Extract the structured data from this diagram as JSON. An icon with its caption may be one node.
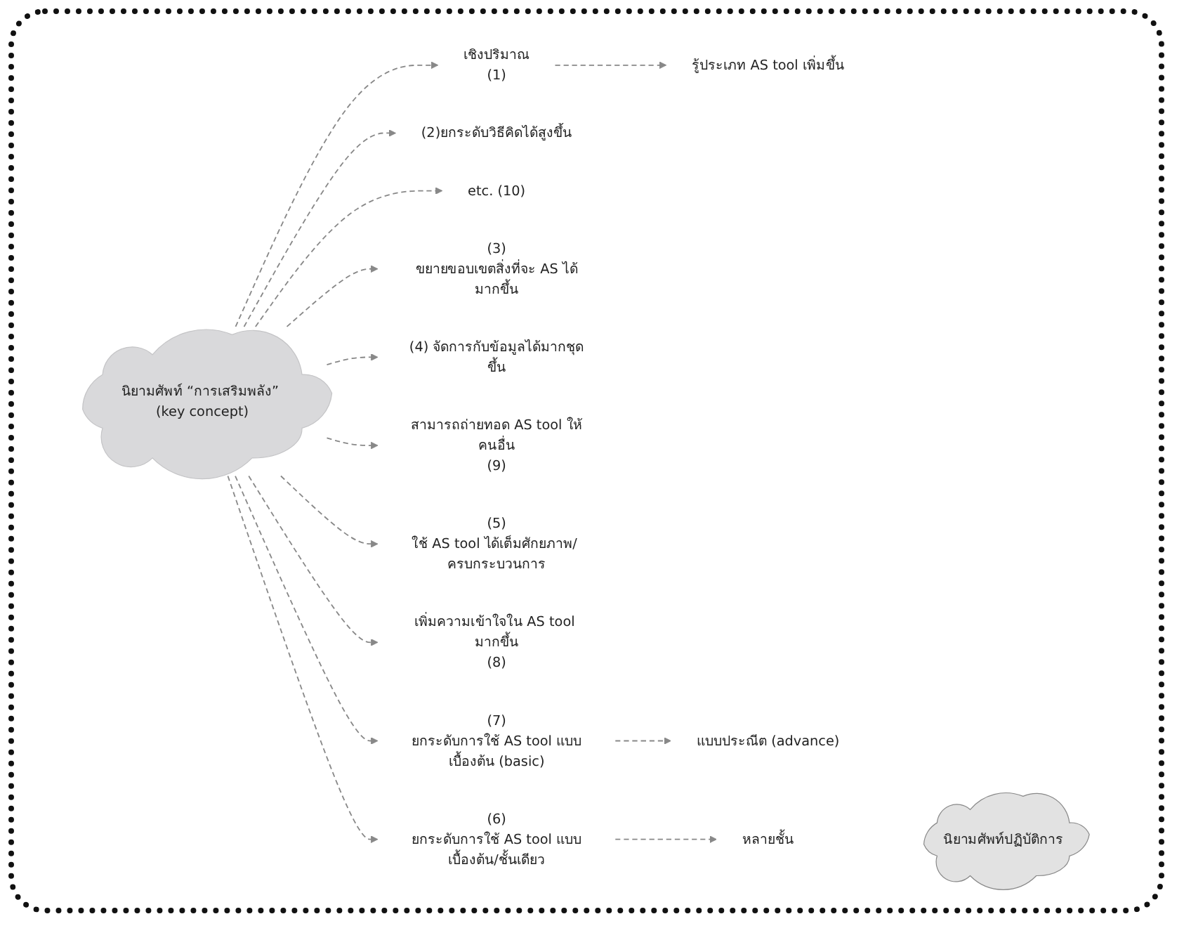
{
  "diagram": {
    "nodes": [
      {
        "text": [
          "รู้ประเภท AS tool เพิ่มขึ้น"
        ]
      },
      {
        "text": [
          "เชิงปริมาณ",
          "(1)"
        ]
      },
      {
        "text": [
          "(2)ยกระดับวิธีคิดได้สูงขึ้น"
        ]
      },
      {
        "text": [
          "etc. (10)"
        ]
      },
      {
        "text": [
          "(3)",
          "ขยายขอบเขตสิ่งที่จะ AS ได้มากขึ้น"
        ]
      },
      {
        "text": [
          "นิยามศัพท์ “การเสริมพลัง” (key concept)"
        ]
      },
      {
        "text": [
          "(4) จัดการกับข้อมูลได้มากชุดขึ้น"
        ]
      },
      {
        "text": [
          "สามารถถ่ายทอด AS tool ให้คนอื่น",
          "(9)"
        ]
      },
      {
        "text": [
          "(5)",
          "ใช้ AS tool ได้เต็มศักยภาพ/ ครบกระบวนการ"
        ]
      },
      {
        "text": [
          "เพิ่มความเข้าใจใน AS tool มากขึ้น",
          "(8)"
        ]
      },
      {
        "text": [
          "(7)",
          "ยกระดับการใช้ AS tool แบบเบื้องต้น (basic)"
        ]
      },
      {
        "text": [
          "(6)",
          "ยกระดับการใช้ AS tool แบบเบื้องต้น/ชั้นเดียว"
        ]
      },
      {
        "text": [
          "แบบประณีต (advance)"
        ]
      },
      {
        "text": [
          "หลายชั้น"
        ]
      },
      {
        "text": [
          "นิยามศัพท์ปฏิบัติการ"
        ]
      }
    ],
    "edges": [
      {
        "from": 5,
        "to": 1,
        "arrow": "to",
        "style": "dashed"
      },
      {
        "from": 1,
        "to": 0,
        "arrow": "to",
        "style": "dashed"
      },
      {
        "from": 5,
        "to": 2,
        "arrow": "to",
        "style": "dashed"
      },
      {
        "from": 5,
        "to": 4,
        "arrow": "to",
        "style": "dashed"
      },
      {
        "from": 5,
        "to": 6,
        "arrow": "to",
        "style": "dashed"
      },
      {
        "from": 5,
        "to": 8,
        "arrow": "to",
        "style": "dashed"
      },
      {
        "from": 5,
        "to": 11,
        "arrow": "to",
        "style": "dashed"
      },
      {
        "from": 5,
        "to": 10,
        "arrow": "to",
        "style": "dashed"
      },
      {
        "from": 5,
        "to": 9,
        "arrow": "to",
        "style": "dashed"
      },
      {
        "from": 5,
        "to": 7,
        "arrow": "to",
        "style": "dashed"
      },
      {
        "from": 5,
        "to": 3,
        "arrow": "to",
        "style": "dashed"
      },
      {
        "from": 10,
        "to": 12,
        "arrow": "to",
        "style": "dashed"
      },
      {
        "from": 11,
        "to": 13,
        "arrow": "to",
        "style": "dashed"
      }
    ]
  }
}
